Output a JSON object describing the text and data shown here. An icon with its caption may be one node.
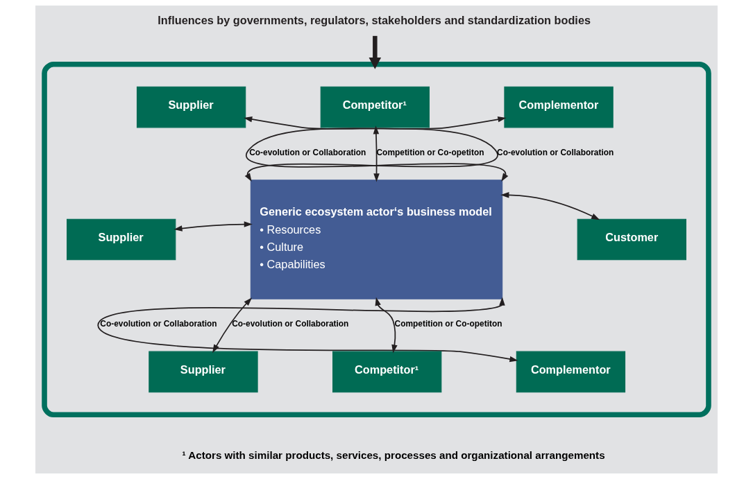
{
  "diagram": {
    "nodes": [
      {
        "text": [
          "Influences by governments, regulators, stakeholders and standardization bodies"
        ]
      },
      {
        "text": [],
        "shape": "box"
      },
      {
        "text": [
          "Supplier"
        ],
        "in": 1
      },
      {
        "text": [
          "Competitor¹"
        ],
        "in": 1
      },
      {
        "text": [
          "Complementor"
        ],
        "in": 1
      },
      {
        "text": [
          "Generic ecosystem actor‘s business model",
          "• Resources",
          "• Culture",
          "• Capabilities"
        ],
        "in": 1
      },
      {
        "text": [
          "Supplier"
        ],
        "in": 1
      },
      {
        "text": [
          "Customer"
        ],
        "in": 1
      },
      {
        "text": [
          "Complementor"
        ],
        "in": 1
      },
      {
        "text": [
          "Supplier"
        ],
        "in": 1
      },
      {
        "text": [
          "Competitor¹"
        ],
        "in": 1
      }
    ],
    "edges": [
      {
        "from": 0,
        "to": 1,
        "arrow": "to",
        "style": "thick"
      },
      {
        "from": 5,
        "to": 2,
        "arrow": "both",
        "label": "Co-evolution or Collaboration"
      },
      {
        "from": 5,
        "to": 3,
        "arrow": "both",
        "label": "Competition or Co-opetiton"
      },
      {
        "from": 5,
        "to": 4,
        "arrow": "both",
        "label": "Co-evolution or Collaboration"
      },
      {
        "from": 5,
        "to": 6,
        "arrow": "both"
      },
      {
        "from": 5,
        "to": 7,
        "arrow": "both"
      },
      {
        "from": 5,
        "to": 8,
        "arrow": "both",
        "label": "Co-evolution or Collaboration"
      },
      {
        "from": 5,
        "to": 9,
        "arrow": "both",
        "label": "Co-evolution or Collaboration"
      },
      {
        "from": 5,
        "to": 10,
        "arrow": "both",
        "label": "Competition or Co-opetiton"
      }
    ],
    "labels": [
      "¹ Actors with similar products, services, processes and organizational arrangements"
    ]
  }
}
